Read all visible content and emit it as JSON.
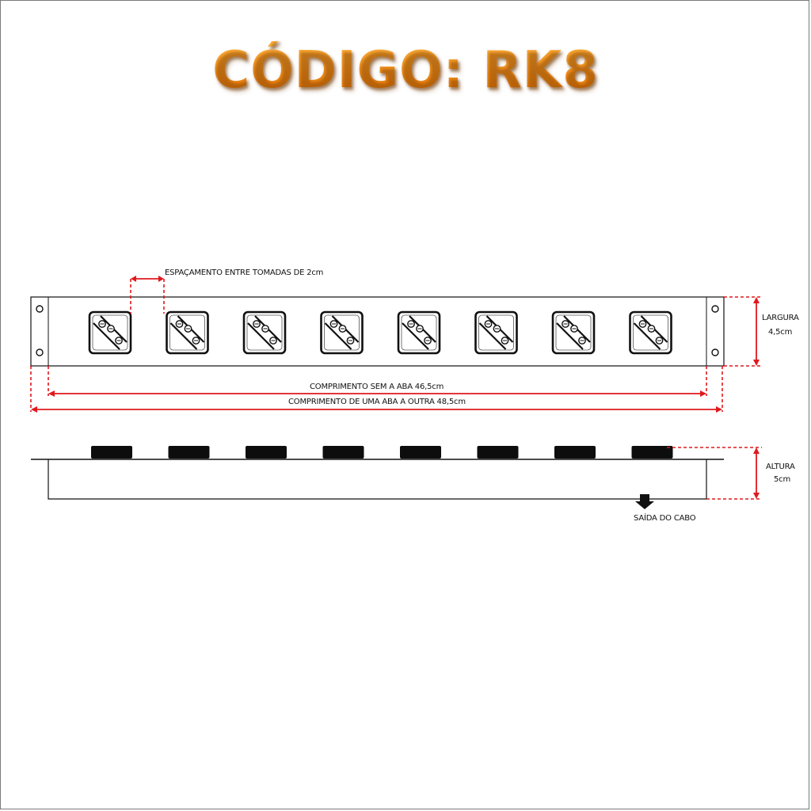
{
  "title": "CÓDIGO: RK8",
  "labels": {
    "spacing": "ESPAÇAMENTO ENTRE TOMADAS DE 2cm",
    "width_title": "LARGURA",
    "width_value": "4,5cm",
    "length_inner": "COMPRIMENTO SEM A ABA 46,5cm",
    "length_outer": "COMPRIMENTO DE UMA ABA A OUTRA 48,5cm",
    "height_title": "ALTURA",
    "height_value": "5cm",
    "cable_exit": "SAÍDA DO CABO"
  },
  "outlets": [
    {
      "id": "outlet-1"
    },
    {
      "id": "outlet-2"
    },
    {
      "id": "outlet-3"
    },
    {
      "id": "outlet-4"
    },
    {
      "id": "outlet-5"
    },
    {
      "id": "outlet-6"
    },
    {
      "id": "outlet-7"
    },
    {
      "id": "outlet-8"
    }
  ],
  "colors": {
    "title": "#f08a12",
    "dimension": "#e0191e",
    "line": "#111111"
  },
  "icons": {
    "outlet": "outlet-icon",
    "screw_hole": "screw-hole-icon",
    "cable_exit": "arrow-down-icon"
  }
}
